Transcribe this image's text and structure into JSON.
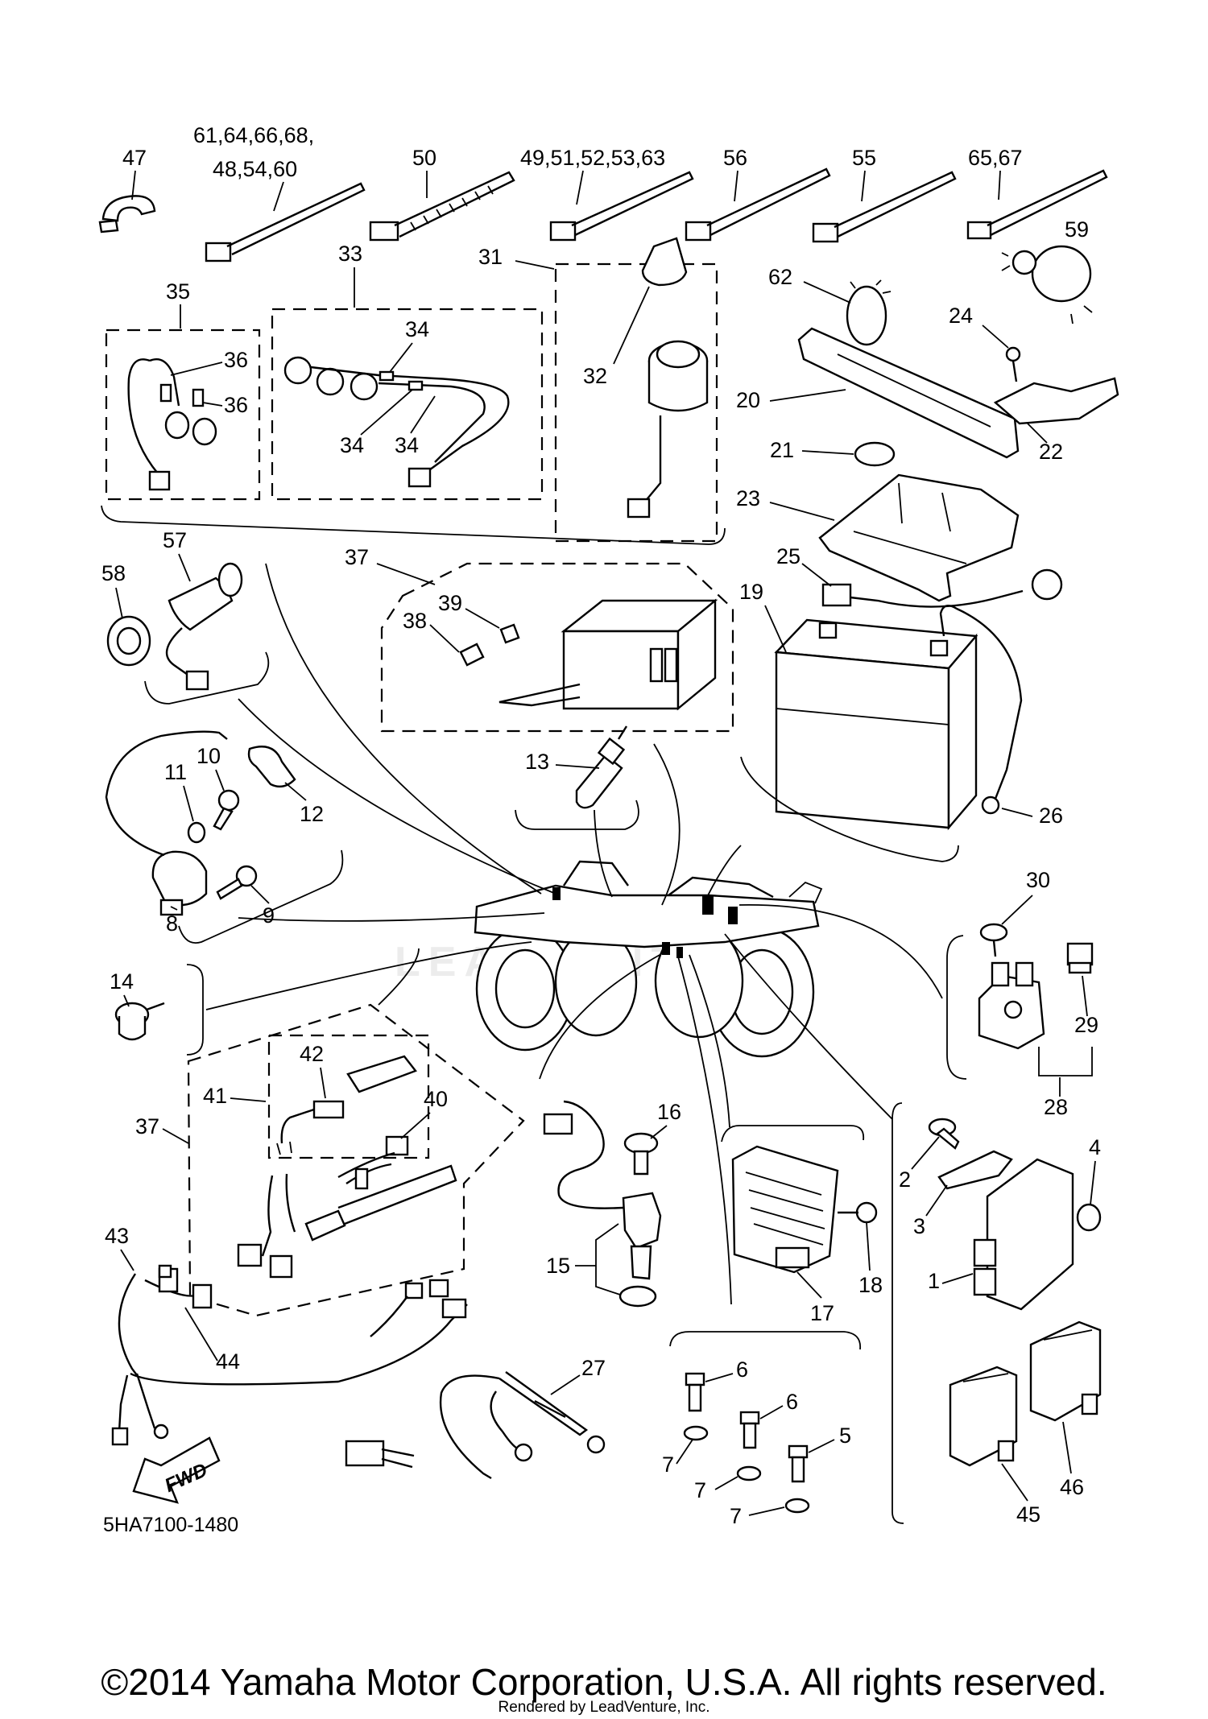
{
  "diagram": {
    "part_labels": {
      "p47": "47",
      "p61_group": "61,64,66,68,",
      "p48_group": "48,54,60",
      "p50": "50",
      "p49_group": "49,51,52,53,63",
      "p56": "56",
      "p55": "55",
      "p65_group": "65,67",
      "p59": "59",
      "p62": "62",
      "p24": "24",
      "p33": "33",
      "p31": "31",
      "p35": "35",
      "p34a": "34",
      "p36a": "36",
      "p36b": "36",
      "p34b": "34",
      "p34c": "34",
      "p32": "32",
      "p20": "20",
      "p21": "21",
      "p22": "22",
      "p23": "23",
      "p25": "25",
      "p19": "19",
      "p57": "57",
      "p58": "58",
      "p37a": "37",
      "p38": "38",
      "p39": "39",
      "p13": "13",
      "p10": "10",
      "p11": "11",
      "p12": "12",
      "p9": "9",
      "p8": "8",
      "p26": "26",
      "p30": "30",
      "p14": "14",
      "p29": "29",
      "p28": "28",
      "p42": "42",
      "p41": "41",
      "p40": "40",
      "p37b": "37",
      "p16": "16",
      "p2": "2",
      "p4": "4",
      "p3": "3",
      "p1": "1",
      "p43": "43",
      "p15": "15",
      "p18": "18",
      "p17": "17",
      "p44": "44",
      "p27": "27",
      "p6a": "6",
      "p6b": "6",
      "p5": "5",
      "p7a": "7",
      "p7b": "7",
      "p7c": "7",
      "p46": "46",
      "p45": "45"
    },
    "fwd_label": "FWD",
    "diagram_code": "5HA7100-1480",
    "watermark": "LEADVENTURE"
  },
  "footer": {
    "copyright": "©2014 Yamaha Motor Corporation, U.S.A. All rights reserved.",
    "rendered_by": "Rendered by LeadVenture, Inc."
  }
}
